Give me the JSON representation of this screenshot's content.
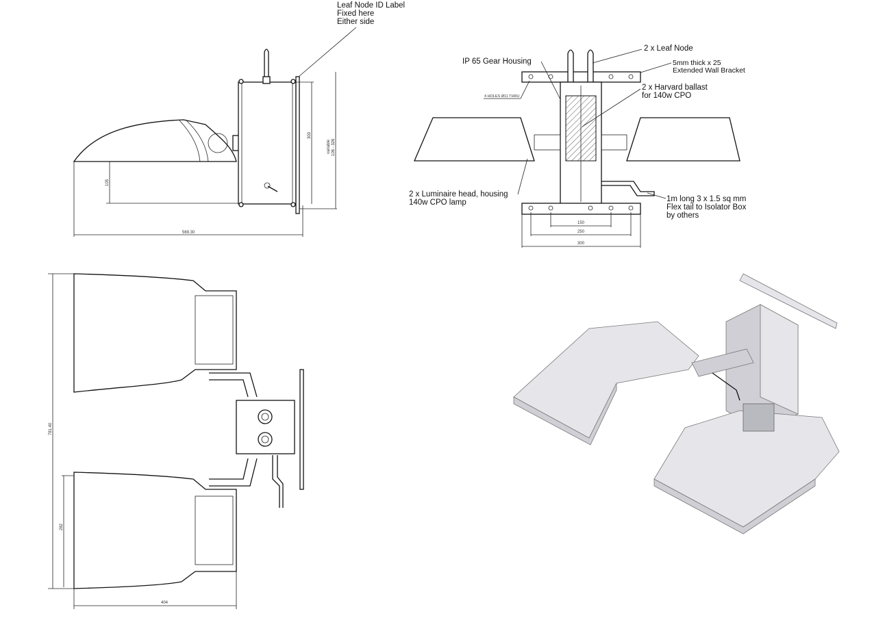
{
  "side_view": {
    "callout_label": [
      "Leaf Node ID Label",
      "Fixed here",
      "Either side"
    ],
    "dimensions": {
      "overall_length": "569.30",
      "head_height": "105",
      "housing_height": "300",
      "variable_label": "variable",
      "variable_range": "106 - 326"
    }
  },
  "front_view": {
    "callouts": {
      "leaf_node": "2 x Leaf Node",
      "gear_housing": "IP 65 Gear Housing",
      "bracket": [
        "5mm thick x 25",
        "Extended Wall Bracket"
      ],
      "holes": "4 HOLES Ø11 THRU",
      "ballast": [
        "2 x Harvard ballast",
        "for  140w CPO"
      ],
      "luminaire": [
        "2 x Luminaire head, housing",
        "140w CPO lamp"
      ],
      "flex_tail": [
        "1m long 3 x 1.5 sq mm",
        "Flex tail to Isolator Box",
        "by others"
      ]
    },
    "dimensions": {
      "inner": "150",
      "middle": "250",
      "outer": "300"
    }
  },
  "plan_view": {
    "dimensions": {
      "overall_height": "781.40",
      "head_width": "282",
      "depth": "404"
    }
  }
}
